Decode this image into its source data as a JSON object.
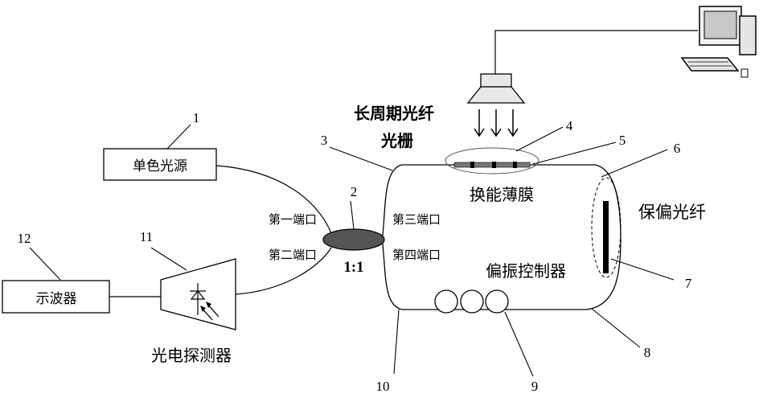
{
  "labels": {
    "mono_source": "单色光源",
    "oscilloscope": "示波器",
    "photodetector": "光电探测器",
    "lpfg_line1": "长周期光纤",
    "lpfg_line2": "光栅",
    "film": "换能薄膜",
    "pm_fiber": "保偏光纤",
    "pol_controller": "偏振控制器",
    "port1": "第一端口",
    "port2": "第二端口",
    "port3": "第三端口",
    "port4": "第四端口",
    "ratio": "1:1"
  },
  "numbers": {
    "n1": "1",
    "n2": "2",
    "n3": "3",
    "n4": "4",
    "n5": "5",
    "n6": "6",
    "n7": "7",
    "n8": "8",
    "n9": "9",
    "n10": "10",
    "n11": "11",
    "n12": "12"
  }
}
